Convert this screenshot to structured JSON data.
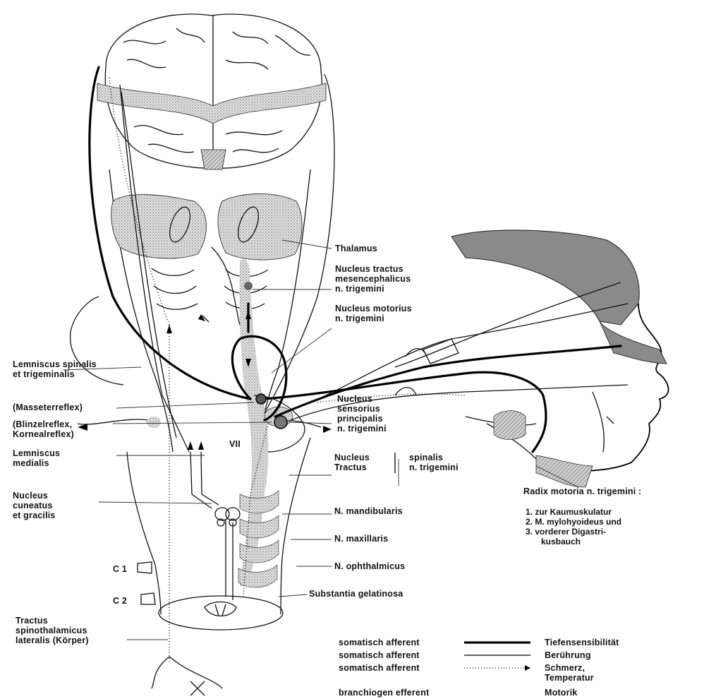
{
  "labels": {
    "thalamus": "Thalamus",
    "nucleus_tractus_mes_1": "Nucleus tractus",
    "nucleus_tractus_mes_2": "mesencephalicus",
    "nucleus_tractus_mes_3": "n. trigemini",
    "nucleus_motorius_1": "Nucleus motorius",
    "nucleus_motorius_2": "n. trigemini",
    "lemniscus_spinalis_1": "Lemniscus spinalis",
    "lemniscus_spinalis_2": "et trigeminalis",
    "masseterreflex": "(Masseterreflex)",
    "blinzelreflex_1": "(Blinzelreflex,",
    "blinzelreflex_2": "Kornealreflex)",
    "nucleus_sensorius_1": "Nucleus",
    "nucleus_sensorius_2": "sensorius",
    "nucleus_sensorius_3": "principalis",
    "nucleus_sensorius_4": "n. trigemini",
    "vii": "VII",
    "nucleus": "Nucleus",
    "tractus": "Tractus",
    "spinalis": "spinalis",
    "n_trigemini": "n. trigemini",
    "lemniscus_medialis_1": "Lemniscus",
    "lemniscus_medialis_2": "medialis",
    "nucleus_cuneatus_1": "Nucleus",
    "nucleus_cuneatus_2": "cuneatus",
    "nucleus_cuneatus_3": "et gracilis",
    "n_mandibularis": "N. mandibularis",
    "n_maxillaris": "N. maxillaris",
    "n_ophthalmicus": "N. ophthalmicus",
    "c1": "C 1",
    "c2": "C 2",
    "substantia": "Substantia gelatinosa",
    "tractus_spino_1": "Tractus",
    "tractus_spino_2": "spinothalamicus",
    "tractus_spino_3": "lateralis (Körper)",
    "radix_title": "Radix motoria n. trigemini :",
    "radix_1": "1.  zur Kaumuskulatur",
    "radix_2": "2.  M. mylohyoideus und",
    "radix_3a": "3.  vorderer Digastri-",
    "radix_3b": "kusbauch"
  },
  "legend": {
    "rows": [
      {
        "left": "somatisch afferent",
        "style": "thick",
        "right": "Tiefensensibilität"
      },
      {
        "left": "somatisch afferent",
        "style": "thin",
        "right": "Berührung"
      },
      {
        "left": "somatisch afferent",
        "style": "dotted",
        "right": "Schmerz,"
      },
      {
        "left": "",
        "style": "none",
        "right": "Temperatur"
      },
      {
        "left": "branchiogen efferent",
        "style": "none",
        "right": "Motorik"
      }
    ]
  },
  "colors": {
    "ink": "#111111",
    "stipple": "#bdbdbd",
    "background": "#ffffff"
  }
}
